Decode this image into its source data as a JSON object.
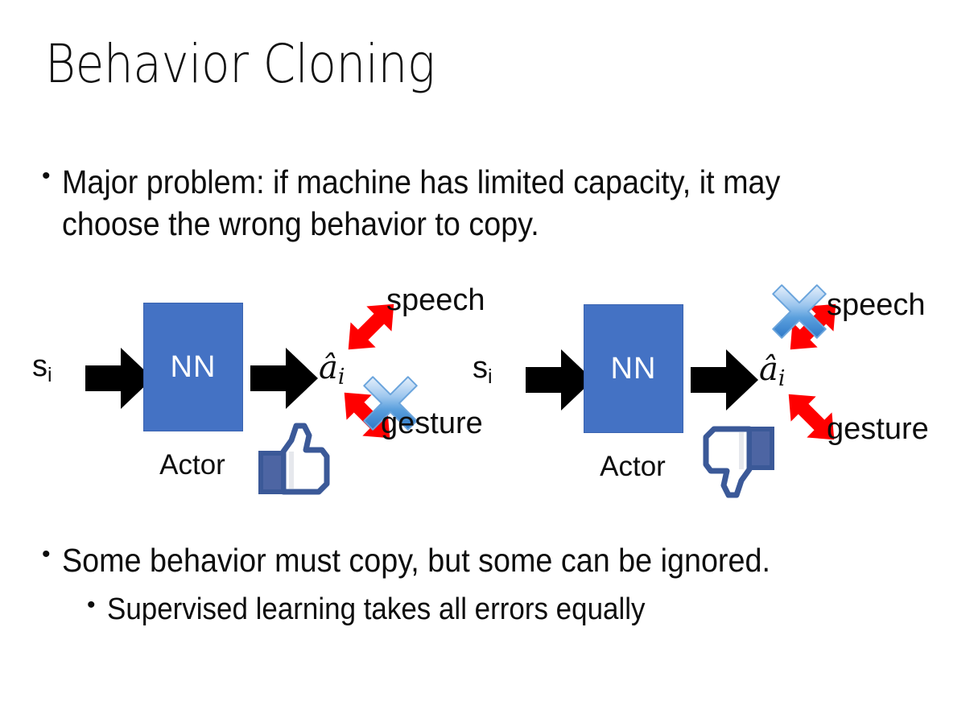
{
  "slide": {
    "title": "Behavior Cloning",
    "background_color": "#ffffff",
    "text_color": "#0d0d0d"
  },
  "bullets": {
    "dot": "•",
    "top": "Major problem: if machine has limited capacity, it may choose the wrong behavior to copy.",
    "bottom": "Some behavior must copy, but some can be ignored.",
    "sub": "Supervised learning takes all errors equally"
  },
  "colors": {
    "nn_box": "#4472C4",
    "nn_box_border": "#3a63b0",
    "arrow_black": "#000000",
    "arrow_red": "#FF0000",
    "x_blue_light": "#d6e6f7",
    "x_blue_mid": "#7fb2e5",
    "x_blue_dark": "#2f79c8",
    "thumb_navy": "#3b5998",
    "thumb_fill": "#ffffff"
  },
  "diagrams": [
    {
      "id": "left",
      "state_label": "s",
      "state_subscript": "i",
      "nn_label": "NN",
      "actor_label": "Actor",
      "action_label": "â",
      "action_subscript": "i",
      "output_top_label": "speech",
      "output_bottom_label": "gesture",
      "x_on": "gesture",
      "feedback_icon": "thumbs-up",
      "feedback_meaning": "positive"
    },
    {
      "id": "right",
      "state_label": "s",
      "state_subscript": "i",
      "nn_label": "NN",
      "actor_label": "Actor",
      "action_label": "â",
      "action_subscript": "i",
      "output_top_label": "speech",
      "output_bottom_label": "gesture",
      "x_on": "speech",
      "feedback_icon": "thumbs-down",
      "feedback_meaning": "negative"
    }
  ]
}
